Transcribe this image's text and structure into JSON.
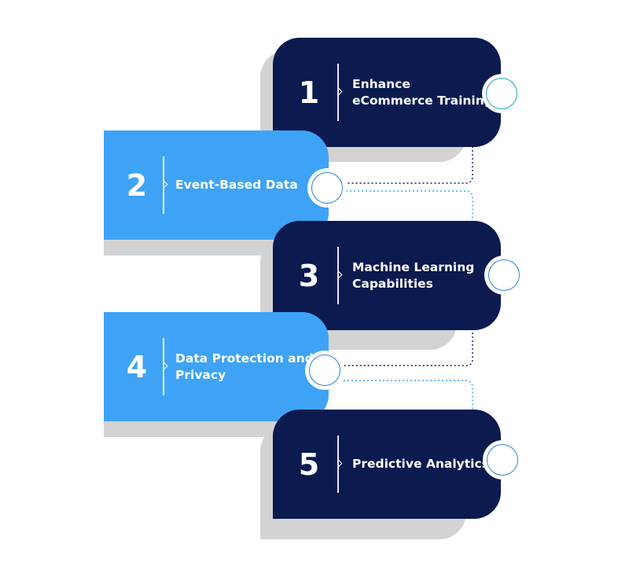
{
  "steps": [
    {
      "number": "1",
      "label": "Enhance eCommerce Training",
      "side": "right"
    },
    {
      "number": "2",
      "label": "Event-Based Data",
      "side": "left"
    },
    {
      "number": "3",
      "label": "Machine Learning Capabilities",
      "side": "right"
    },
    {
      "number": "4",
      "label": "Data Protection and Privacy",
      "side": "left"
    },
    {
      "number": "5",
      "label": "Predictive Analytics",
      "side": "right"
    }
  ],
  "colors": {
    "dark_card": "#0b1a4f",
    "light_card": "#3ea3f6",
    "shadow": "#d3d3d3",
    "node_ring": "#18a9bf",
    "connector_dark": "#0b1a4f",
    "connector_light": "#3ea3f6"
  },
  "icons": [
    "connector-node-icon",
    "chevron-divider-icon"
  ]
}
